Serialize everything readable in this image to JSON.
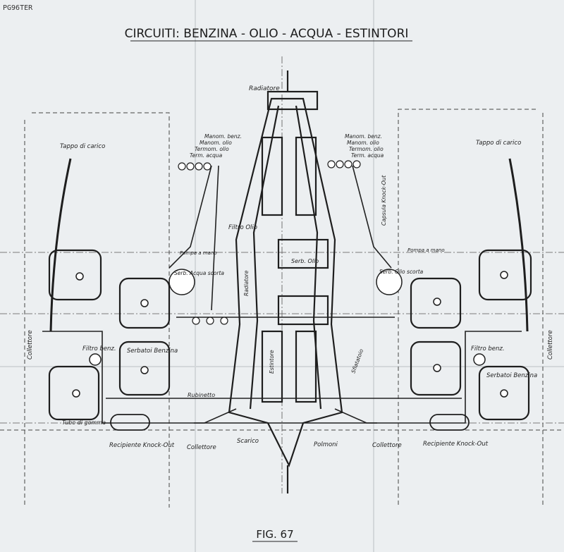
{
  "corner_stamp": "PG96TER",
  "title": "CIRCUITI: BENZINA - OLIO - ACQUA - ESTINTORI",
  "figure": "FIG. 67",
  "labels": {
    "radiatore_top": "Radiatore",
    "tappo_left": "Tappo di carico",
    "tappo_right": "Tappo di carico",
    "manom_benz_l": "Manom. benz.",
    "manom_olio_l": "Manom. olio",
    "termom_olio_l": "Termom. olio",
    "term_acqua_l": "Term. acqua",
    "manom_benz_r": "Manom. benz.",
    "manom_olio_r": "Manom. olio",
    "termom_olio_r": "Termom. olio",
    "term_acqua_r": "Term. acqua",
    "capsula": "Capsula Knock-Out",
    "filtro_olio": "Filtro Olio",
    "pompa_l": "Pompa a mano",
    "pompa_r": "Pompa a mano",
    "serb_acqua": "Serb. Acqua scorta",
    "radiatore_v": "Radiatore",
    "serb_olio": "Serb. Olio",
    "serb_olio_scorta": "Serb. Olio scorta",
    "collettore_l": "Collettore",
    "collettore_r": "Collettore",
    "filtro_benz_l": "Filtro benz.",
    "filtro_benz_r": "Filtro benz.",
    "serbatoi_l": "Serbatoi Benzina",
    "serbatoi_r": "Serbatoi Benzina",
    "rubinetto": "Rubinetto",
    "tubo_gomma": "Tubo di gomma",
    "recipiente_l": "Recipiente Knock-Out",
    "recipiente_r": "Recipiente Knock-Out",
    "collettore_bl": "Collettore",
    "scarico": "Scarico",
    "polmoni": "Polmoni",
    "collettore_br": "Collettore",
    "estintore": "Estintore",
    "sfiatatoio": "Sfiatatoio"
  }
}
